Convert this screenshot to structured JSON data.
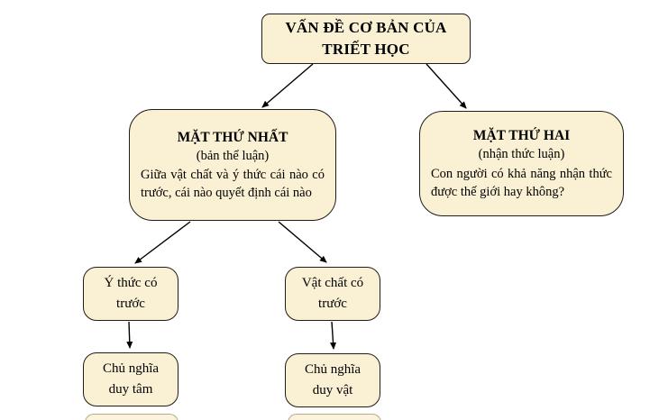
{
  "diagram": {
    "colors": {
      "background": "#ffffff",
      "box_fill": "#FAF0D3",
      "box_border": "#211c18",
      "arrow": "#000000",
      "text": "#000000"
    },
    "nodes": {
      "root": {
        "line1": "VẤN ĐỀ CƠ BẢN CỦA",
        "line2": "TRIẾT HỌC"
      },
      "first_aspect": {
        "title": "MẶT THỨ NHẤT",
        "subtitle": "(bản thể luận)",
        "body": "Giữa vật chất và ý thức cái nào có trước, cái nào quyết định cái nào"
      },
      "second_aspect": {
        "title": "MẶT THỨ HAI",
        "subtitle": "(nhận thức luận)",
        "body": "Con người có khả năng nhận thức được thế giới hay không?"
      },
      "consciousness_first": {
        "line1": "Ý thức có",
        "line2": "trước"
      },
      "matter_first": {
        "line1": "Vật chất có",
        "line2": "trước"
      },
      "idealism": {
        "line1": "Chủ nghĩa",
        "line2": "duy tâm"
      },
      "materialism": {
        "line1": "Chủ nghĩa",
        "line2": "duy vật"
      }
    }
  }
}
